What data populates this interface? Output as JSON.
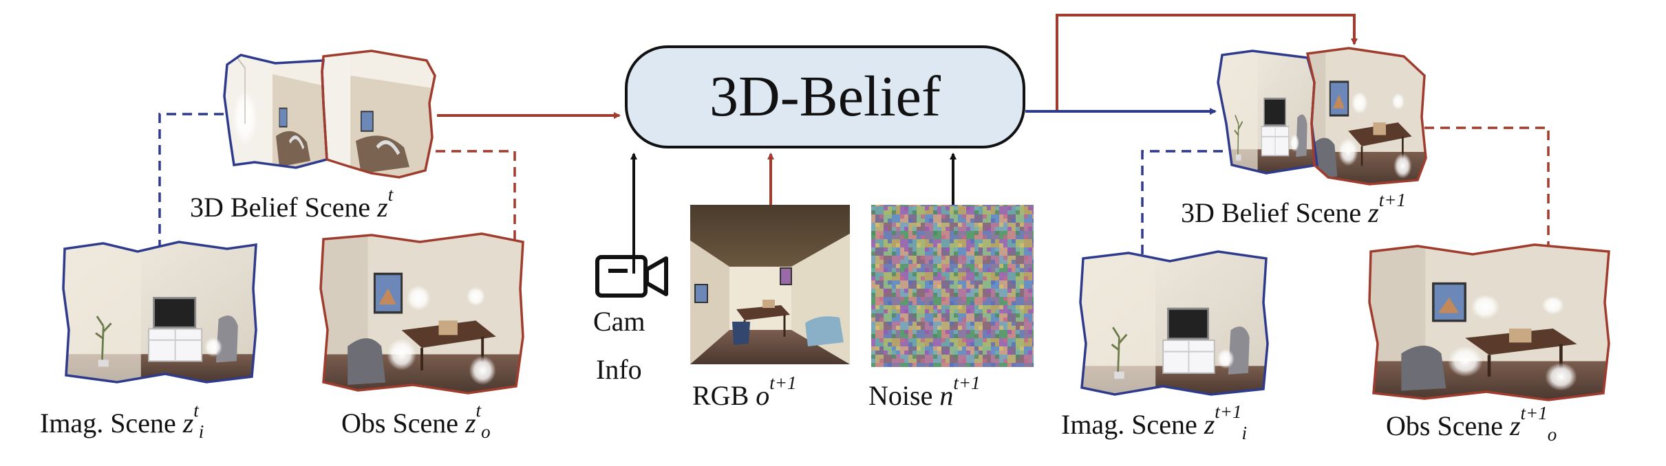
{
  "title": "3D-Belief",
  "scenes": {
    "belief_t": {
      "label": "3D Belief Scene",
      "var": "z",
      "sup": "t",
      "sub": ""
    },
    "imag_t": {
      "label": "Imag. Scene",
      "var": "z",
      "sup": "t",
      "sub": "i"
    },
    "obs_t": {
      "label": "Obs Scene",
      "var": "z",
      "sup": "t",
      "sub": "o"
    },
    "belief_t1": {
      "label": "3D Belief Scene",
      "var": "z",
      "sup": "t+1",
      "sub": ""
    },
    "imag_t1": {
      "label": "Imag. Scene",
      "var": "z",
      "sup": "t+1",
      "sub": "i"
    },
    "obs_t1": {
      "label": "Obs Scene",
      "var": "z",
      "sup": "t+1",
      "sub": "o"
    }
  },
  "inputs": {
    "cam_line1": "Cam",
    "cam_line2": "Info",
    "rgb_label": "RGB",
    "rgb_var": "o",
    "rgb_sup": "t+1",
    "noise_label": "Noise",
    "noise_var": "n",
    "noise_sup": "t+1"
  },
  "colors": {
    "imagined_border": "#2e3a8c",
    "observed_border": "#a03c2e",
    "box_fill": "#dde8f3",
    "arrow_black": "#111111"
  },
  "icons": [
    "video-camera-icon"
  ]
}
